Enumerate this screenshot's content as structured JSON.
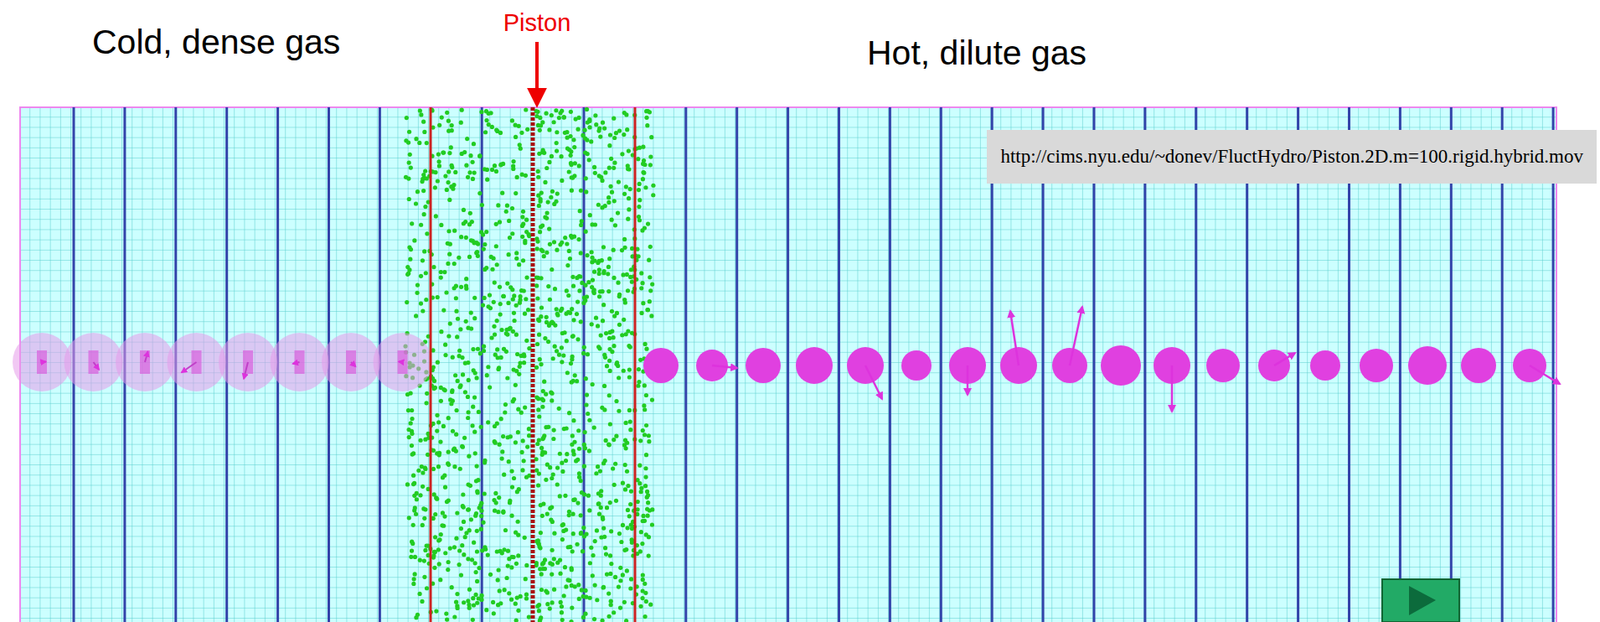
{
  "diagram": {
    "nodes": [
      {
        "text": [
          "http://cims.nyu.edu/~donev/FluctHydro/Piston.2D.m=100.rigid.hybrid.mov"
        ]
      }
    ],
    "edges": [],
    "labels": [
      "Cold, dense gas",
      "Piston",
      "Hot, dilute gas"
    ]
  }
}
